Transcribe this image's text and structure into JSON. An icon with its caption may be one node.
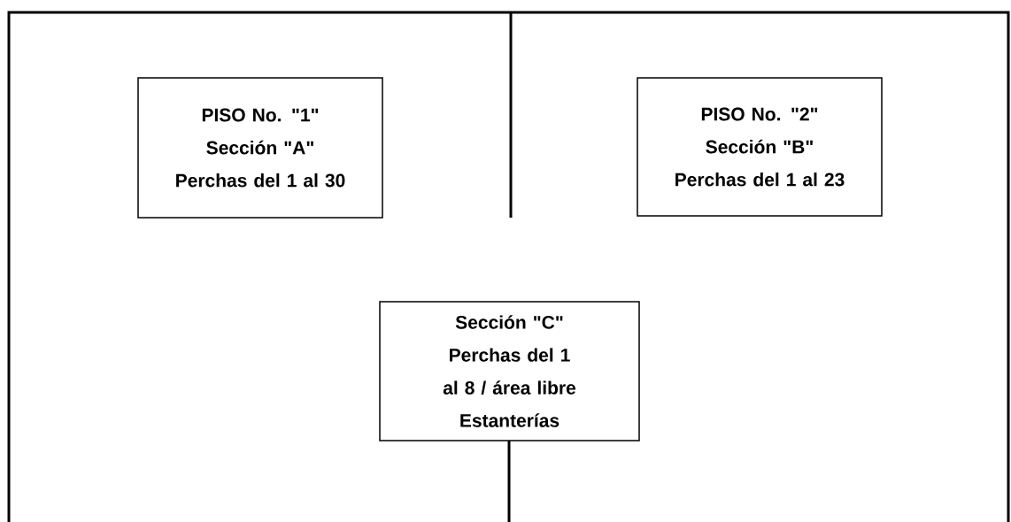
{
  "diagram": {
    "nodes": [
      {
        "text": [
          "PISO No. \"1\"",
          "Sección \"A\"",
          "Perchas del 1 al 30"
        ]
      },
      {
        "text": [
          "PISO No. \"2\"",
          "Sección \"B\"",
          "Perchas del 1 al 23"
        ]
      },
      {
        "text": [
          "Sección \"C\"",
          "Perchas del 1 al 8 / área libre",
          "Estanterías"
        ]
      }
    ]
  }
}
